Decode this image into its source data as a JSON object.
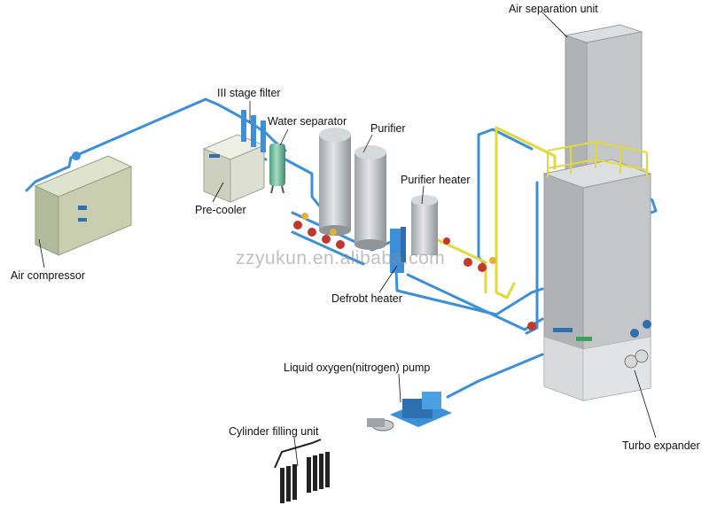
{
  "labels": {
    "air_separation_unit": "Air separation unit",
    "iii_stage_filter": "III stage filter",
    "water_separator": "Water separator",
    "purifier": "Purifier",
    "pre_cooler": "Pre-cooler",
    "purifier_heater": "Purifier heater",
    "air_compressor": "Air compressor",
    "defrost_heater": "Defrobt heater",
    "liquid_pump": "Liquid oxygen(nitrogen) pump",
    "cylinder_filling_unit": "Cylinder filling unit",
    "turbo_expander": "Turbo expander"
  },
  "watermark": "zzyukun.en.alibaba.com",
  "colors": {
    "pipe_blue": "#3d8fd8",
    "pipe_yellow": "#e8e040",
    "equipment_gray": "#b8bcc0",
    "tower_gray": "#c4c6c8",
    "compressor_green": "#c9ceb0",
    "separator_green": "#6fb89a",
    "valve_red": "#c0392b",
    "pump_blue": "#2e6fb0"
  }
}
